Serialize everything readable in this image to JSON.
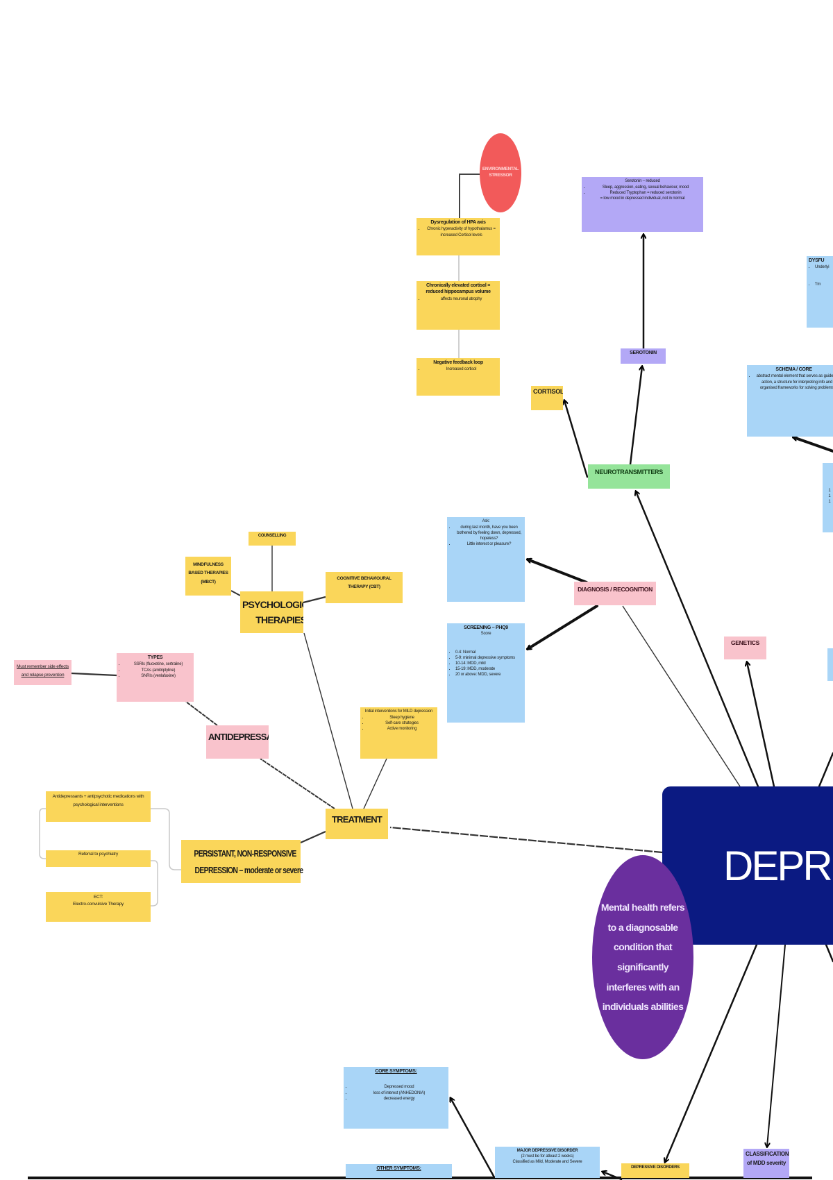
{
  "center": {
    "title": "DEPRESSION",
    "definition": "Mental health refers to a diagnosable condition that significantly interferes with an individuals abilities"
  },
  "environmental": {
    "stressor": "ENVIRONMENTAL STRESSOR",
    "hpa": {
      "title": "Dysregulation of HPA axis",
      "items": [
        "Chronic hyperactivity of hypothalamus = increased Cortisol levels"
      ]
    },
    "hippocampus": {
      "title": "Chronically elevated cortisol = reduced hippocampus volume",
      "items": [
        "affects neuronal atrophy"
      ]
    },
    "feedback": {
      "title": "Negative feedback loop",
      "items": [
        "Increased cortisol"
      ]
    }
  },
  "neuro": {
    "label": "NEUROTRANSMITTERS",
    "cortisol": "CORTISOL",
    "serotonin": "SEROTONIN",
    "serotonin_detail": {
      "title": "Serotonin – reduced",
      "items": [
        "Sleep, aggression, eating, sexual behaviour, mood",
        "Reduced Tryptophan = reduced serotonin"
      ],
      "note": "= low mood in depressed individual, not in normal"
    }
  },
  "cognitive": {
    "dysfunction": {
      "title": "DYSFU",
      "items": [
        "Underlyi",
        "'I'm"
      ]
    },
    "schema": {
      "title": "SCHEMA / CORE",
      "items": [
        "abstract mental element that serves as guide to action, a structure for interpreting info and organised frameworks for solving problems"
      ]
    },
    "partial_list": [
      "1",
      "1",
      "1"
    ]
  },
  "diagnosis": {
    "label": "DIAGNOSIS / RECOGNITION",
    "ask": {
      "title": "Ask:",
      "items": [
        "during last month, have you been bothered by feeling down, depressed, hopeless?",
        "Little interest or pleasure?"
      ]
    },
    "screening": {
      "title": "SCREENING – PHQ9",
      "subtitle": "Score",
      "items": [
        "0-4: Normal",
        "5-9: minimal depressive symptoms",
        "10-14: MDD, mild",
        "15-19: MDD, moderate",
        "20 or above: MDD, severe"
      ]
    }
  },
  "genetics": {
    "label": "GENETICS"
  },
  "treatment": {
    "label": "TREATMENT",
    "psych": {
      "label": "PSYCHOLOGICAL THERAPIES",
      "counselling": "COUNSELLING",
      "mbct": "MINDFULNESS BASED THERAPIES (MBCT)",
      "cbt": "COGNITIVE BEHAVIOURAL THERAPY (CBT)"
    },
    "antidepressants": {
      "label": "ANTIDEPRESSANTS",
      "types_title": "TYPES",
      "types": [
        "SSRIs (fluoxetine, sertraline)",
        "TCAs (amitriptyline)",
        "SNRIs (venlafaxine)"
      ],
      "note": "Must remember side effects and relapse prevention"
    },
    "mild": {
      "title": "Initial interventions for MILD depression",
      "items": [
        "Sleep hygiene",
        "Self-care strategies",
        "Active monitoring"
      ]
    },
    "persistent": {
      "line1": "PERSISTANT, NON-RESPONSIVE",
      "line2": "DEPRESSION – moderate or severe"
    },
    "combo": "Antidepressants + antipsychotic medications with psychological interventions",
    "referral": "Referral to psychiatry",
    "ect_title": "ECT:",
    "ect": "Electro-convulsive Therapy"
  },
  "disorders": {
    "label": "DEPRESSIVE DISORDERS",
    "classification": "CLASSIFICATION of MDD severity",
    "mdd": {
      "title": "MAJOR DEPRESSIVE DISORDER",
      "line1": "(2 must be for atleast 2 weeks)",
      "line2": "Classified as Mild, Moderate and Severe"
    },
    "core": {
      "title": "CORE SYMPTOMS:",
      "items": [
        "Depressed mood",
        "loss of interest (ANHEDONIA)",
        "decreased energy"
      ]
    },
    "other": {
      "title": "OTHER SYMPTOMS:"
    }
  },
  "colors": {
    "center": "#0b1a82",
    "definition": "#6a2f9e",
    "stressor": "#f25a5a",
    "yellow": "#fad65a",
    "pink": "#f9c3cc",
    "blue": "#a9d5f7",
    "lavender": "#b3a8f6",
    "green": "#95e49a"
  }
}
